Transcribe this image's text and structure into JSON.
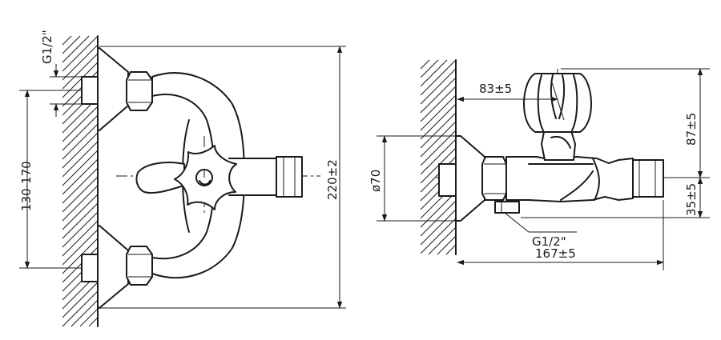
{
  "front_view": {
    "labels": {
      "thread_top": "G1/2\"",
      "spacing": "130-170",
      "height": "220±2"
    }
  },
  "side_view": {
    "labels": {
      "handle_offset": "83±5",
      "top_height": "87±5",
      "spout_diameter": "ø70",
      "bottom_height": "35±5",
      "thread_bottom": "G1/2\"",
      "length": "167±5"
    }
  }
}
